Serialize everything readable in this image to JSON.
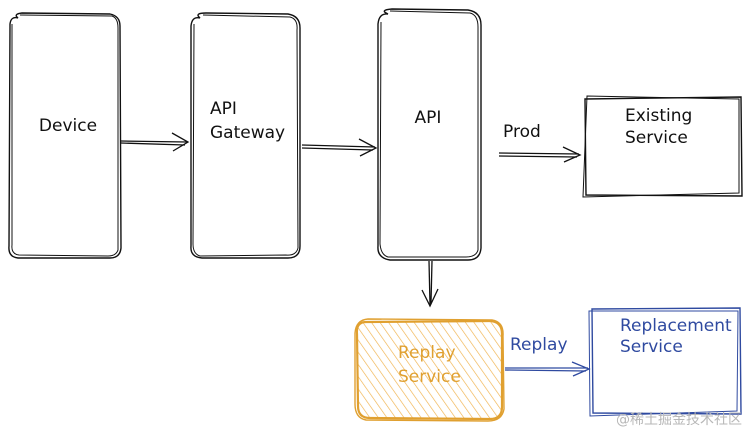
{
  "diagram": {
    "nodes": {
      "device": {
        "label": "Device"
      },
      "api_gateway": {
        "label_line1": "API",
        "label_line2": "Gateway"
      },
      "api": {
        "label": "API"
      },
      "existing_service": {
        "label_line1": "Existing",
        "label_line2": "Service"
      },
      "replay_service": {
        "label_line1": "Replay",
        "label_line2": "Service"
      },
      "replacement_service": {
        "label_line1": "Replacement",
        "label_line2": "Service"
      }
    },
    "edges": {
      "api_to_existing": {
        "label": "Prod"
      },
      "replay_to_replacement": {
        "label": "Replay"
      }
    },
    "colors": {
      "stroke": "#111111",
      "replay": "#e0a030",
      "replay_fill": "#f7d08a",
      "blue": "#2f4aa0"
    }
  },
  "watermark": "@稀土掘金技术社区"
}
